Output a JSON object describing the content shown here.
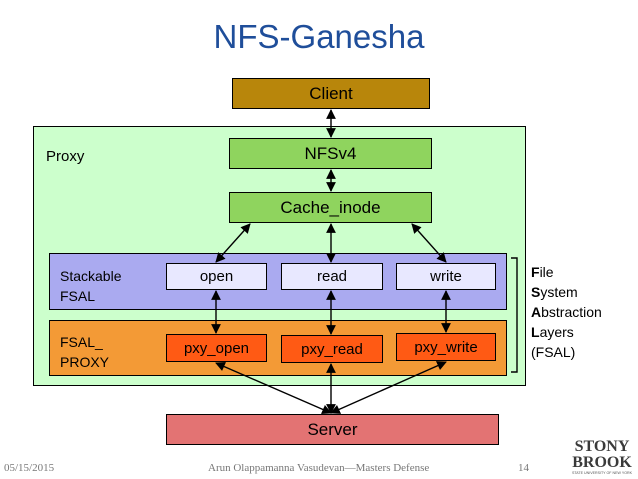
{
  "title": "NFS-Ganesha",
  "client": "Client",
  "proxy_label": "Proxy",
  "nfsv4": "NFSv4",
  "cache_inode": "Cache_inode",
  "stackable_fsal": {
    "line1": "Stackable",
    "line2": "FSAL"
  },
  "ops": {
    "open": "open",
    "read": "read",
    "write": "write"
  },
  "fsal_proxy": {
    "line1": "FSAL_",
    "line2": "PROXY"
  },
  "pxy_ops": {
    "open": "pxy_open",
    "read": "pxy_read",
    "write": "pxy_write"
  },
  "server": "Server",
  "fsal_layers": {
    "l1_bold": "F",
    "l1_rest": "ile",
    "l2_bold": "S",
    "l2_rest": "ystem",
    "l3_bold": "A",
    "l3_rest": "bstraction",
    "l4_bold": "L",
    "l4_rest": "ayers",
    "l5": "(FSAL)"
  },
  "footer": {
    "date": "05/15/2015",
    "author": "Arun Olappamanna Vasudevan—Masters Defense",
    "page": "14"
  },
  "logo": {
    "line1": "STONY",
    "line2": "BROOK",
    "line3": "STATE UNIVERSITY OF NEW YORK"
  },
  "colors": {
    "title": "#1f4e9a",
    "client": "#b8860b",
    "proxy_bg": "#ccffcc",
    "nfs_boxes": "#8fd45e",
    "stackable_bg": "#aaaaf0",
    "op_boxes": "#e8e8ff",
    "fsal_proxy_bg": "#f39a36",
    "pxy_boxes": "#ff5a14",
    "server": "#e37373"
  }
}
